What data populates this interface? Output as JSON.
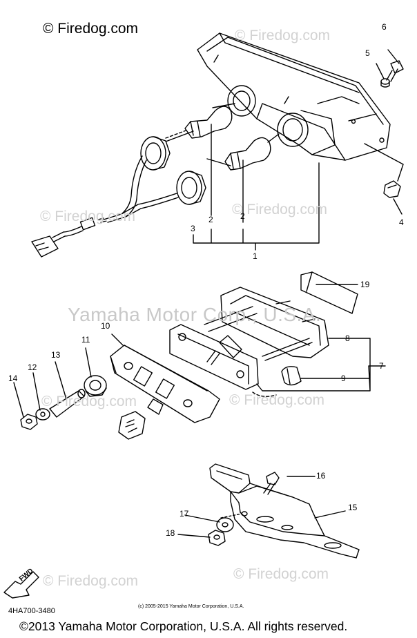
{
  "watermark": {
    "copyright_top": "© Firedog.com",
    "firedog": "© Firedog.com",
    "yamaha": "Yamaha Motor Corp., U.S.A."
  },
  "callouts": {
    "c1": "1",
    "c2a": "2",
    "c2b": "2",
    "c3": "3",
    "c4": "4",
    "c5": "5",
    "c6": "6",
    "c7": "7",
    "c8": "8",
    "c9": "9",
    "c10": "10",
    "c11": "11",
    "c12": "12",
    "c13": "13",
    "c14": "14",
    "c15": "15",
    "c16": "16",
    "c17": "17",
    "c18": "18",
    "c19": "19"
  },
  "fwd_label": "FWD",
  "part_code": "4HA700-3480",
  "small_copyright": "(c) 2005-2015 Yamaha Motor Corporation, U.S.A.",
  "footer": "©2013 Yamaha Motor Corporation, U.S.A. All rights reserved."
}
